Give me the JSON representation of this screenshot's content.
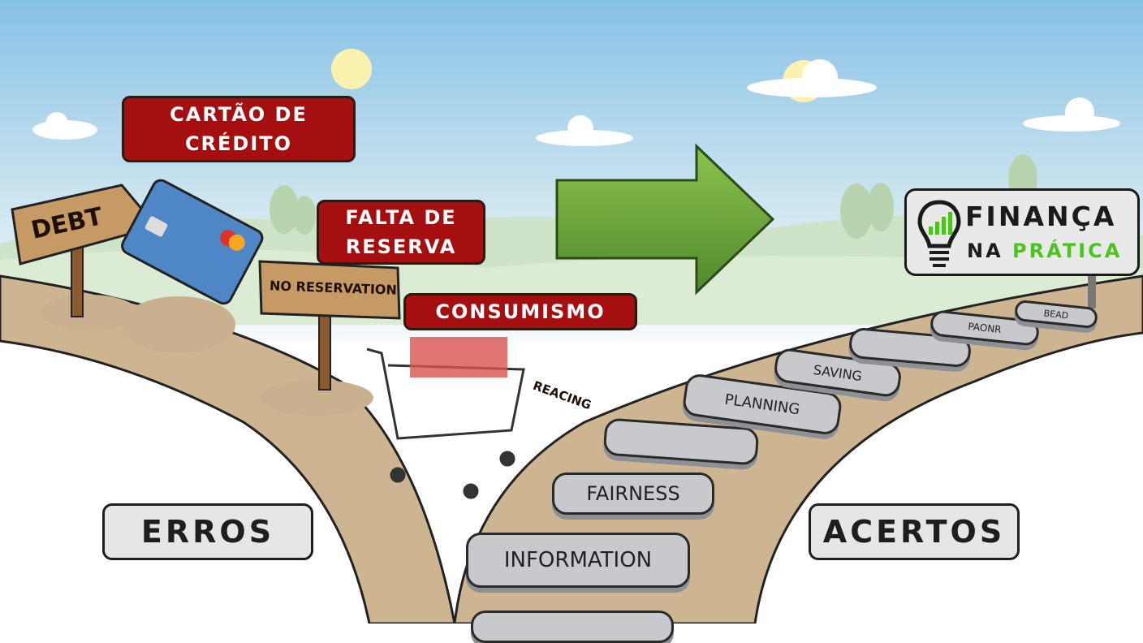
{
  "labels": {
    "credit_card": "CARTÃO DE CRÉDITO",
    "no_reserve": "FALTA DE RESERVA",
    "consumerism": "CONSUMISMO",
    "errors": "ERROS",
    "successes": "ACERTOS"
  },
  "signs": {
    "debt": "DEBT",
    "no_reservation": "NO RESERVATION",
    "reacing": "REACING"
  },
  "stones": [
    "INFORMATION",
    "FAIRNESS",
    "",
    "PLANNING",
    "SAVING",
    "",
    "PAONR",
    "BEAD"
  ],
  "logo": {
    "line1": "FINANÇA",
    "line2_a": "NA",
    "line2_b": "PRÁTICA",
    "icon": "lightbulb-chart-icon",
    "accent": "#4cc420"
  },
  "colors": {
    "label_red": "#a50f0f",
    "arrow_green": "#6aa83c",
    "road": "#cdb592"
  }
}
